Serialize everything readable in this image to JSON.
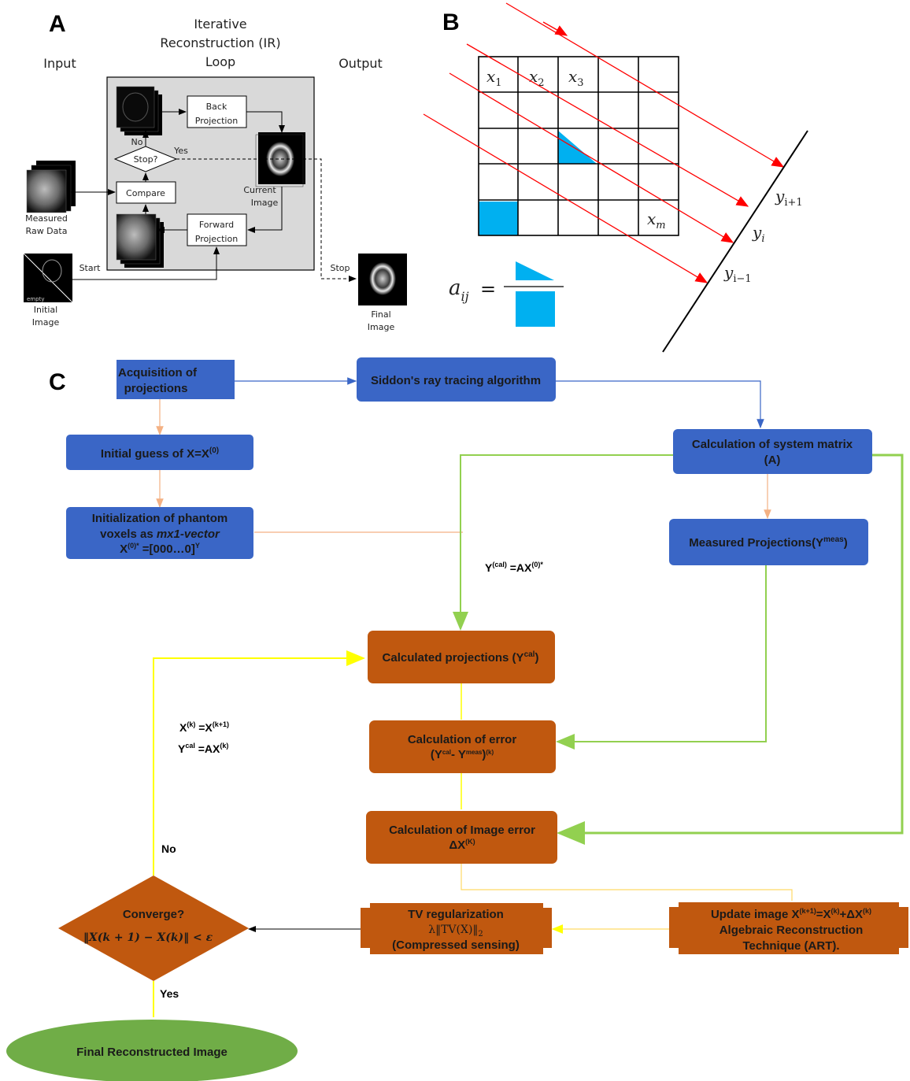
{
  "panels": {
    "a": "A",
    "b": "B",
    "c": "C"
  },
  "panel_a": {
    "col_input": "Input",
    "col_loop": [
      "Iterative",
      "Reconstruction (IR)",
      "Loop"
    ],
    "col_output": "Output",
    "back_projection": [
      "Back",
      "Projection"
    ],
    "forward_projection": [
      "Forward",
      "Projection"
    ],
    "compare": "Compare",
    "stop_q": "Stop?",
    "no": "No",
    "yes": "Yes",
    "current_image": [
      "Current",
      "Image"
    ],
    "measured": [
      "Measured",
      "Raw Data"
    ],
    "start": "Start",
    "stop": "Stop",
    "initial_image": [
      "Initial",
      "Image"
    ],
    "final_image": [
      "Final",
      "Image"
    ],
    "empty": "empty"
  },
  "panel_b": {
    "x1": "x",
    "x1_sub": "1",
    "x2": "x",
    "x2_sub": "2",
    "x3": "x",
    "x3_sub": "3",
    "xm": "x",
    "xm_sub": "m",
    "yi1": "y",
    "yi1_sub": "i+1",
    "yi": "y",
    "yi_sub": "i",
    "yim1": "y",
    "yim1_sub": "i−1",
    "aij": "a",
    "aij_sub": "ij",
    "eq": "="
  },
  "panel_c": {
    "acq": [
      "Acquisition of",
      "projections"
    ],
    "siddon": "Siddon's ray tracing algorithm",
    "sysmat": [
      "Calculation of system matrix",
      "(A)"
    ],
    "init_guess": "Initial guess of X=X",
    "init_guess_sup": "(0)",
    "init_phantom_1": "Initialization of phantom",
    "init_phantom_2a": "voxels as ",
    "init_phantom_2b": "mx1-vector",
    "init_phantom_3": "X",
    "init_phantom_3_sup": "(0)*",
    "init_phantom_3b": " =[000…0]",
    "init_phantom_3_sup2": "Y",
    "meas_proj": "Measured Projections(Y",
    "meas_proj_sup": "meas",
    "meas_proj_end": ")",
    "ycal_eq": "Y",
    "ycal_eq_sup": "(cal)",
    "ycal_eq_b": " =AX",
    "ycal_eq_sup2": "(0)*",
    "calc_proj": "Calculated projections (Y",
    "calc_proj_sup": "cal",
    "calc_proj_end": ")",
    "calc_err_1": "Calculation of error",
    "calc_err_2": "(Y",
    "calc_err_sup": "cal",
    "calc_err_2b": "- Y",
    "calc_err_sup2": "meas",
    "calc_err_2c": ")",
    "calc_err_sup3": "(k)",
    "img_err_1": "Calculation of Image error",
    "img_err_2": "ΔX",
    "img_err_sup": "(K)",
    "xk_1": "X",
    "xk_sup1": "(k)",
    "xk_mid": " =X",
    "xk_sup2": "(k+1)",
    "yk_1": "Y",
    "yk_sup1": "cal",
    "yk_mid": " =AX",
    "yk_sup2": "(k)",
    "no": "No",
    "yes": "Yes",
    "converge": "Converge?",
    "converge_eq": "‖X(k + 1) − X(k)‖ < ε",
    "tv_1": "TV regularization",
    "tv_2": "λ‖TV(X)‖",
    "tv_2_sub": "2",
    "tv_3": "(Compressed sensing)",
    "update_1": "Update image X",
    "update_sup1": "(k+1)",
    "update_mid": "=X",
    "update_sup2": "(k)",
    "update_mid2": "+ΔX",
    "update_sup3": "(k)",
    "update_2": "Algebraic Reconstruction",
    "update_3": "Technique (ART).",
    "final": "Final Reconstructed Image"
  },
  "colors": {
    "blue_box": "#3a66c6",
    "orange_box": "#c0580f",
    "green_arrow": "#92d050",
    "yellow_arrow": "#ffff00",
    "salmon_arrow": "#f4b183",
    "ray_red": "#ff0000",
    "cell_cyan": "#00b0f0",
    "final_green": "#70ad47"
  }
}
